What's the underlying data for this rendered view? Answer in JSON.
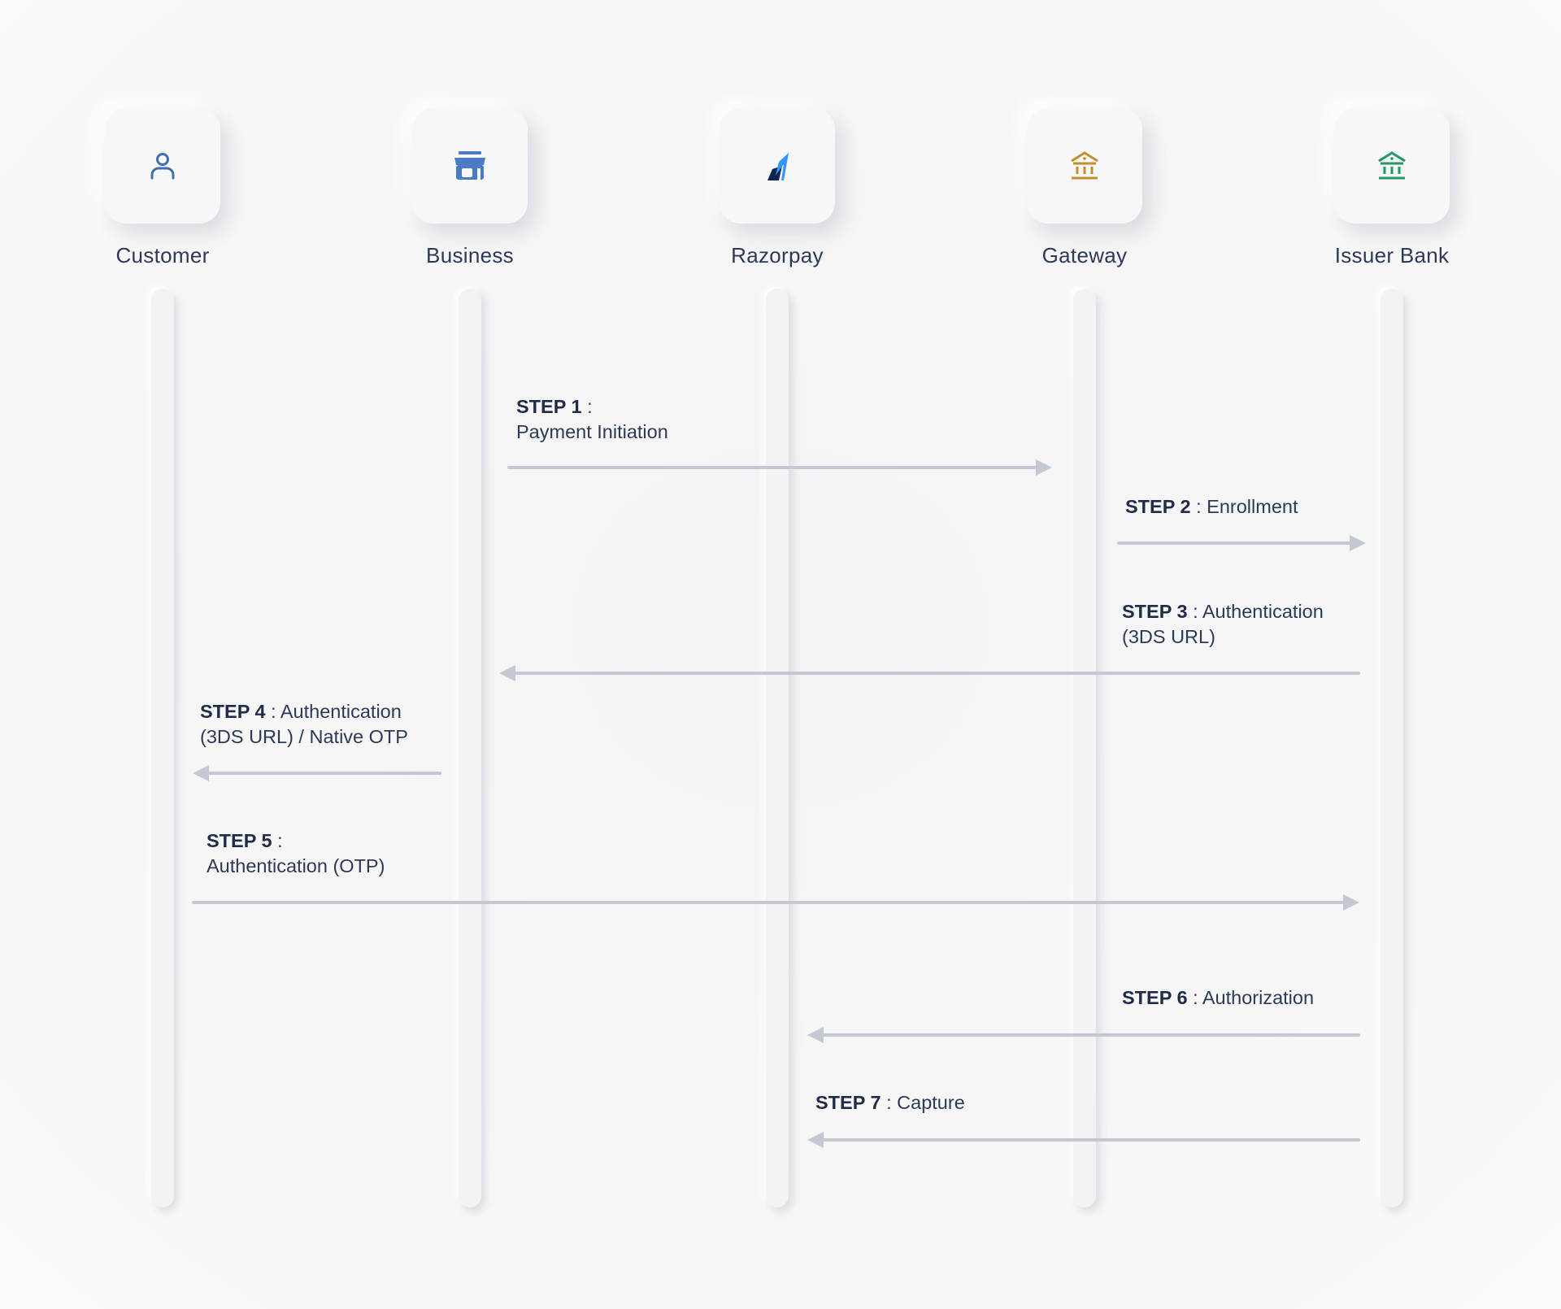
{
  "actors": [
    {
      "name": "Customer",
      "icon": "person-icon",
      "color": "#3f6fb2"
    },
    {
      "name": "Business",
      "icon": "storefront-icon",
      "color": "#4a7bc4"
    },
    {
      "name": "Razorpay",
      "icon": "razorpay-logo",
      "color": "#3395ff"
    },
    {
      "name": "Gateway",
      "icon": "bank-icon",
      "color": "#c0902e"
    },
    {
      "name": "Issuer Bank",
      "icon": "bank-icon",
      "color": "#1f9a5e"
    }
  ],
  "steps": [
    {
      "bold": "STEP 1",
      "sep": " :",
      "text": "Payment Initiation",
      "from": "Business",
      "to": "Gateway"
    },
    {
      "bold": "STEP 2",
      "sep": " : ",
      "text": "Enrollment",
      "from": "Gateway",
      "to": "Issuer Bank"
    },
    {
      "bold": "STEP 3",
      "sep": " : ",
      "text": "Authentication (3DS URL)",
      "from": "Issuer Bank",
      "to": "Business"
    },
    {
      "bold": "STEP 4",
      "sep": " : ",
      "text": "Authentication (3DS URL) / Native OTP",
      "from": "Business",
      "to": "Customer"
    },
    {
      "bold": "STEP 5",
      "sep": " :",
      "text": "Authentication (OTP)",
      "from": "Customer",
      "to": "Issuer Bank"
    },
    {
      "bold": "STEP 6",
      "sep": " : ",
      "text": "Authorization",
      "from": "Issuer Bank",
      "to": "Razorpay"
    },
    {
      "bold": "STEP 7",
      "sep": " : ",
      "text": "Capture",
      "from": "Issuer Bank",
      "to": "Razorpay"
    }
  ],
  "colors": {
    "arrow": "#c3c8d2",
    "text": "#223350",
    "lifeline": "#f3f3f4"
  }
}
